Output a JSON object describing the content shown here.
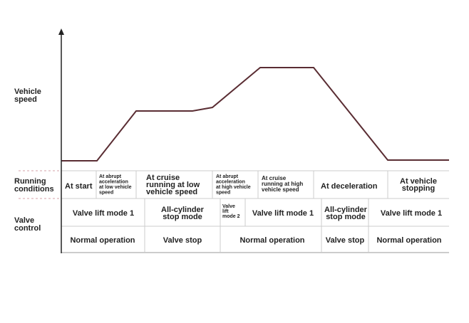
{
  "labels": {
    "vehicle_speed": [
      "Vehicle",
      "speed"
    ],
    "running_conditions": [
      "Running",
      "conditions"
    ],
    "valve_control": [
      "Valve",
      "control"
    ]
  },
  "running_conditions": [
    {
      "lines": [
        "At start"
      ]
    },
    {
      "lines": [
        "At abrupt",
        "acceleration",
        "at low vehicle",
        "speed"
      ]
    },
    {
      "lines": [
        "At cruise",
        "running at low",
        "vehicle speed"
      ]
    },
    {
      "lines": [
        "At abrupt",
        "acceleration",
        "at high vehicle",
        "speed"
      ]
    },
    {
      "lines": [
        "At cruise",
        "running at high",
        "vehicle speed"
      ]
    },
    {
      "lines": [
        "At deceleration"
      ]
    },
    {
      "lines": [
        "At vehicle",
        "stopping"
      ]
    }
  ],
  "valve_modes": [
    {
      "lines": [
        "Valve lift mode 1"
      ]
    },
    {
      "lines": [
        "All-cylinder",
        "stop mode"
      ]
    },
    {
      "lines": [
        "Valve",
        "lift",
        "mode 2"
      ]
    },
    {
      "lines": [
        "Valve lift mode 1"
      ]
    },
    {
      "lines": [
        "All-cylinder",
        "stop mode"
      ]
    },
    {
      "lines": [
        "Valve lift mode 1"
      ]
    }
  ],
  "operations": [
    {
      "lines": [
        "Normal operation"
      ]
    },
    {
      "lines": [
        "Valve stop"
      ]
    },
    {
      "lines": [
        "Normal operation"
      ]
    },
    {
      "lines": [
        "Valve stop"
      ]
    },
    {
      "lines": [
        "Normal operation"
      ]
    }
  ],
  "colors": {
    "curve": "#5a2d33",
    "axis": "#222222",
    "grid": "#cccccc",
    "dashed": "#d4a0a8"
  }
}
